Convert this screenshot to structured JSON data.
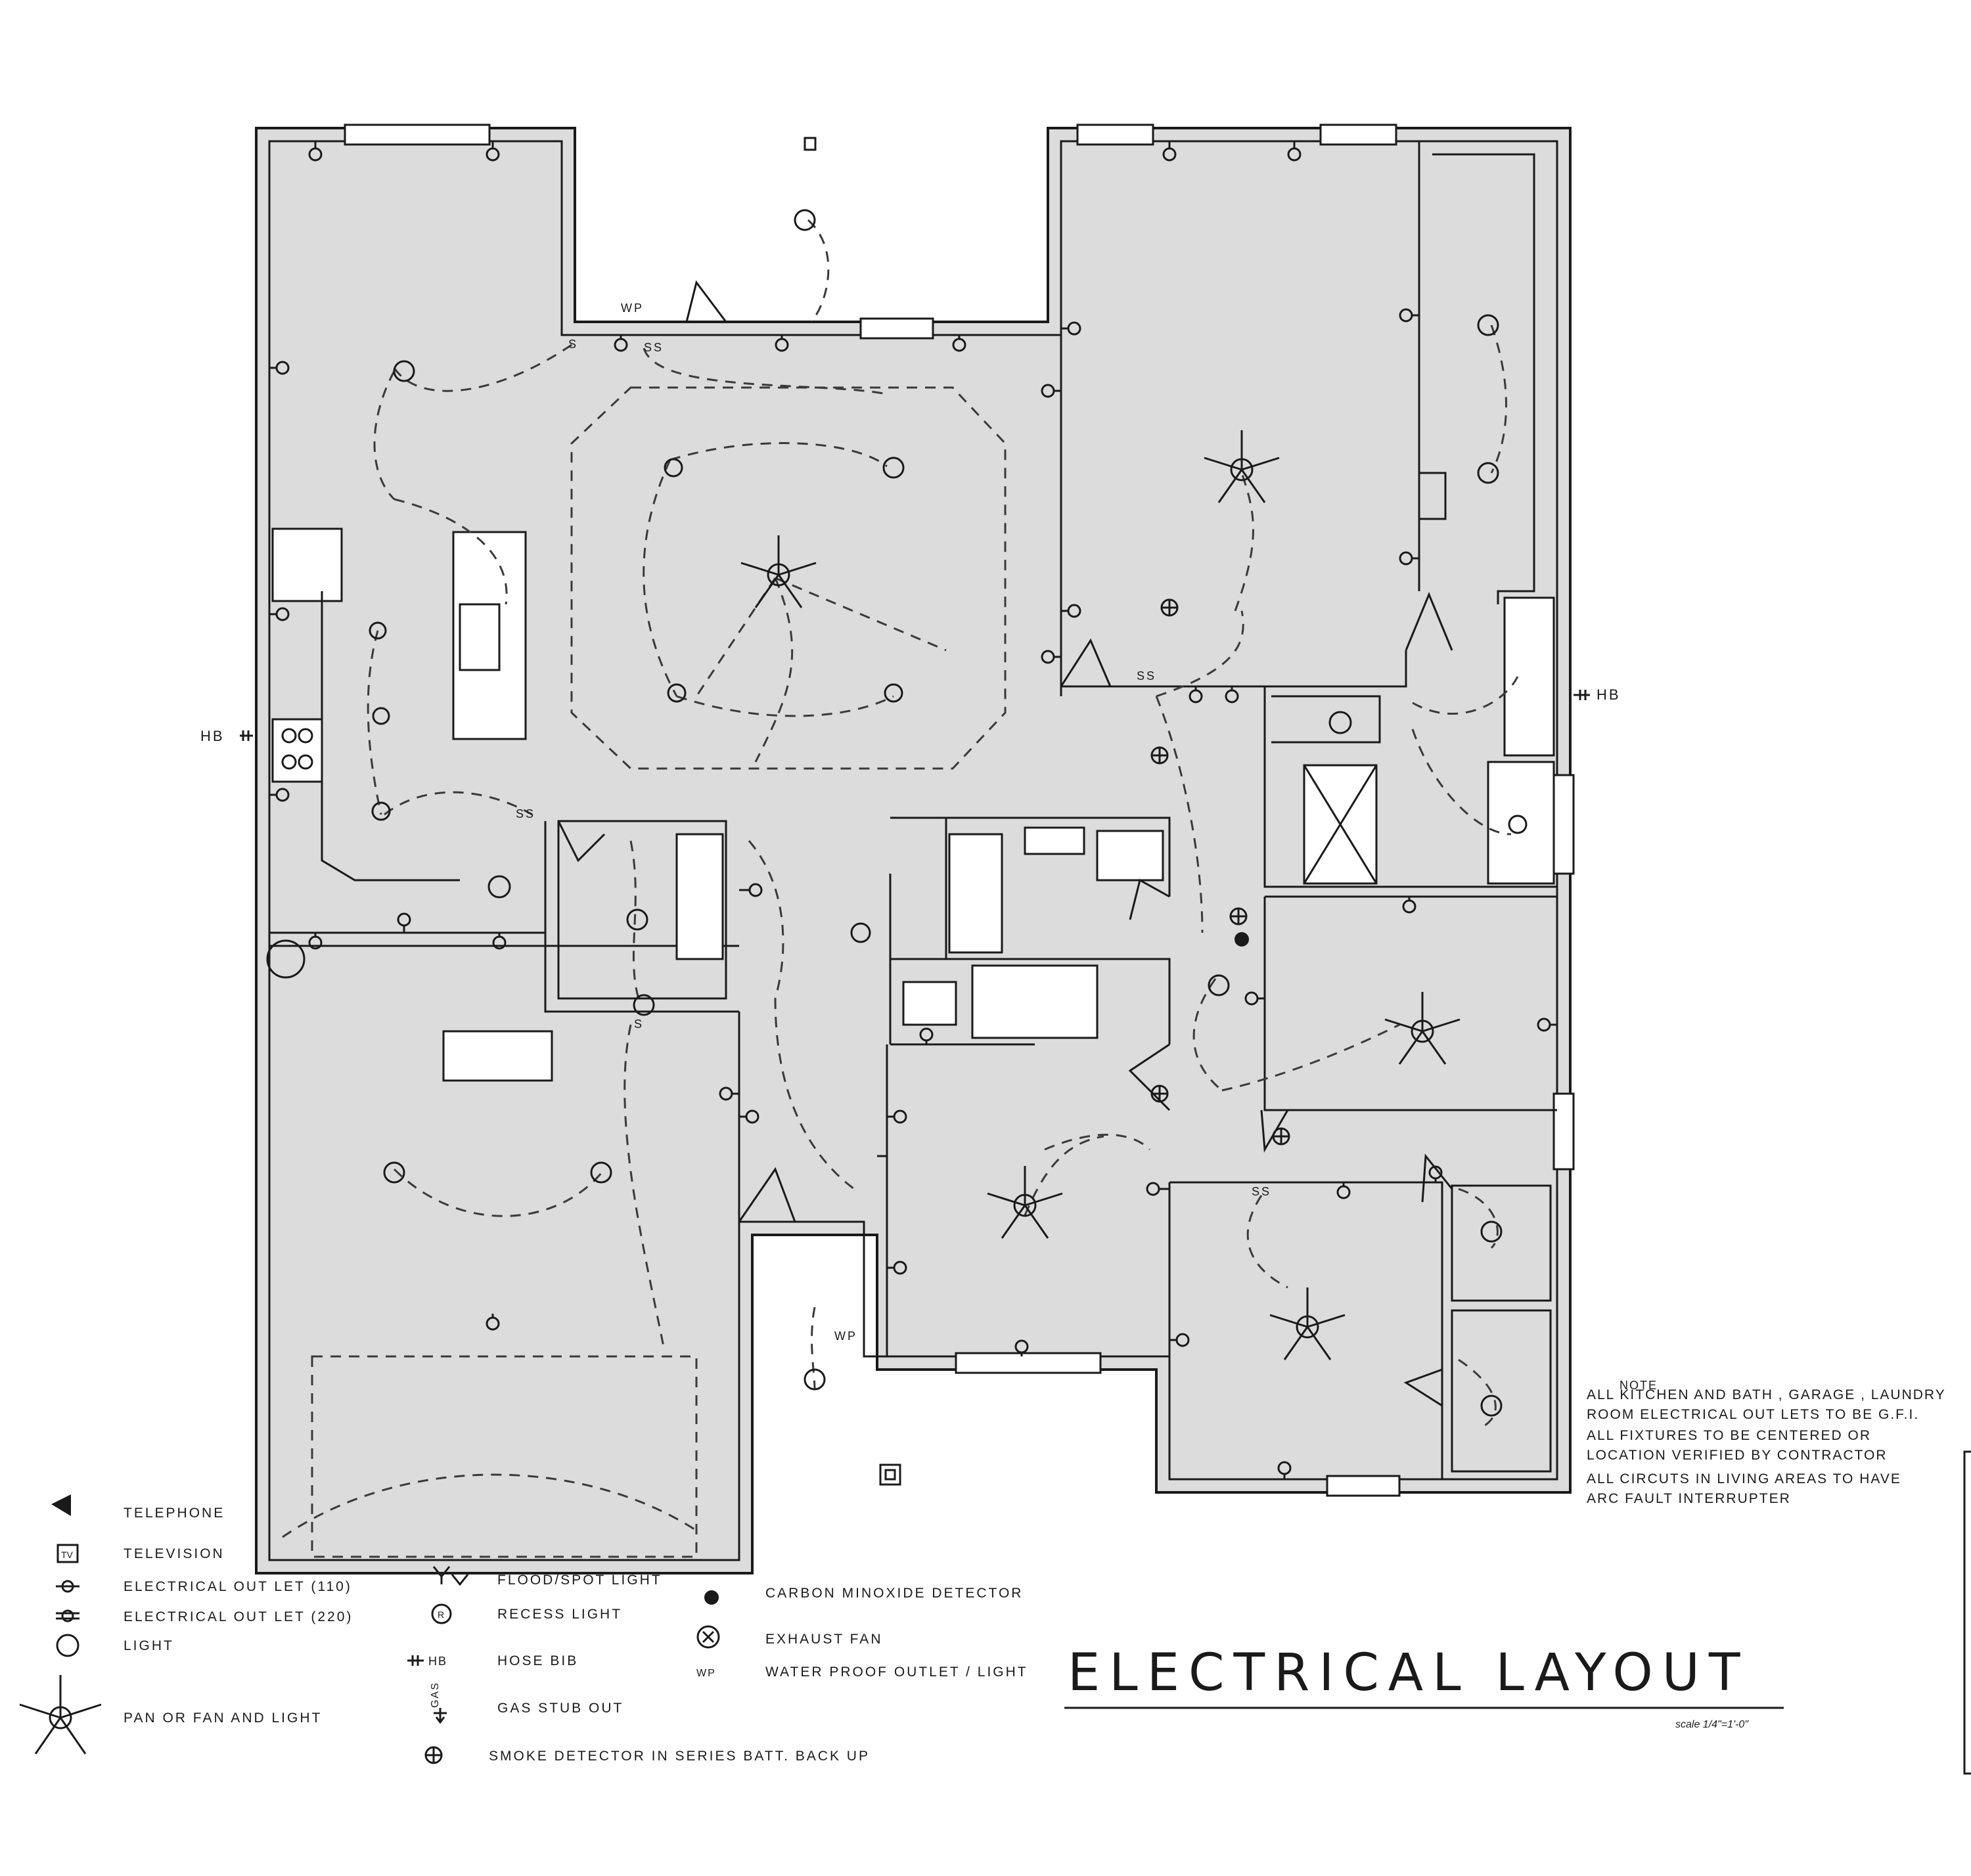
{
  "drawing": {
    "title": "ELECTRICAL LAYOUT",
    "scale": "scale 1/4\"=1'-0\""
  },
  "labels": {
    "hose_bib_west": "HB",
    "hose_bib_east": "HB",
    "wp_patio": "WP",
    "wp_porch": "WP",
    "switch": "S",
    "switch_double": "SS"
  },
  "notes": {
    "heading": "NOTE",
    "lines": [
      "ALL KITCHEN AND BATH , GARAGE , LAUNDRY",
      "ROOM ELECTRICAL OUT LETS TO BE G.F.I.",
      "ALL FIXTURES TO BE CENTERED OR",
      "LOCATION VERIFIED BY CONTRACTOR",
      "ALL CIRCUTS IN  LIVING AREAS TO HAVE",
      "ARC FAULT INTERRUPTER"
    ]
  },
  "legend": [
    {
      "icon": "telephone-icon",
      "label": "TELEPHONE"
    },
    {
      "icon": "television-icon",
      "label": "TELEVISION"
    },
    {
      "icon": "outlet-110-icon",
      "label": "ELECTRICAL OUT LET (110)"
    },
    {
      "icon": "outlet-220-icon",
      "label": "ELECTRICAL OUT LET (220)"
    },
    {
      "icon": "light-icon",
      "label": "LIGHT"
    },
    {
      "icon": "ceiling-fan-icon",
      "label": "PAN  OR FAN AND LIGHT"
    },
    {
      "icon": "flood-light-icon",
      "label": "FLOOD/SPOT LIGHT"
    },
    {
      "icon": "recess-light-icon",
      "label": "RECESS LIGHT"
    },
    {
      "icon": "hose-bib-icon",
      "label": "HOSE BIB",
      "symbol_text": "HB"
    },
    {
      "icon": "gas-stub-icon",
      "label": "GAS STUB OUT",
      "symbol_text": "GAS"
    },
    {
      "icon": "smoke-detector-icon",
      "label": "SMOKE DETECTOR IN SERIES  BATT. BACK UP"
    },
    {
      "icon": "co-detector-icon",
      "label": "CARBON MINOXIDE DETECTOR"
    },
    {
      "icon": "exhaust-fan-icon",
      "label": "EXHAUST FAN"
    },
    {
      "icon": "waterproof-outlet-icon",
      "label": "WATER PROOF OUTLET / LIGHT",
      "symbol_text": "WP"
    }
  ]
}
